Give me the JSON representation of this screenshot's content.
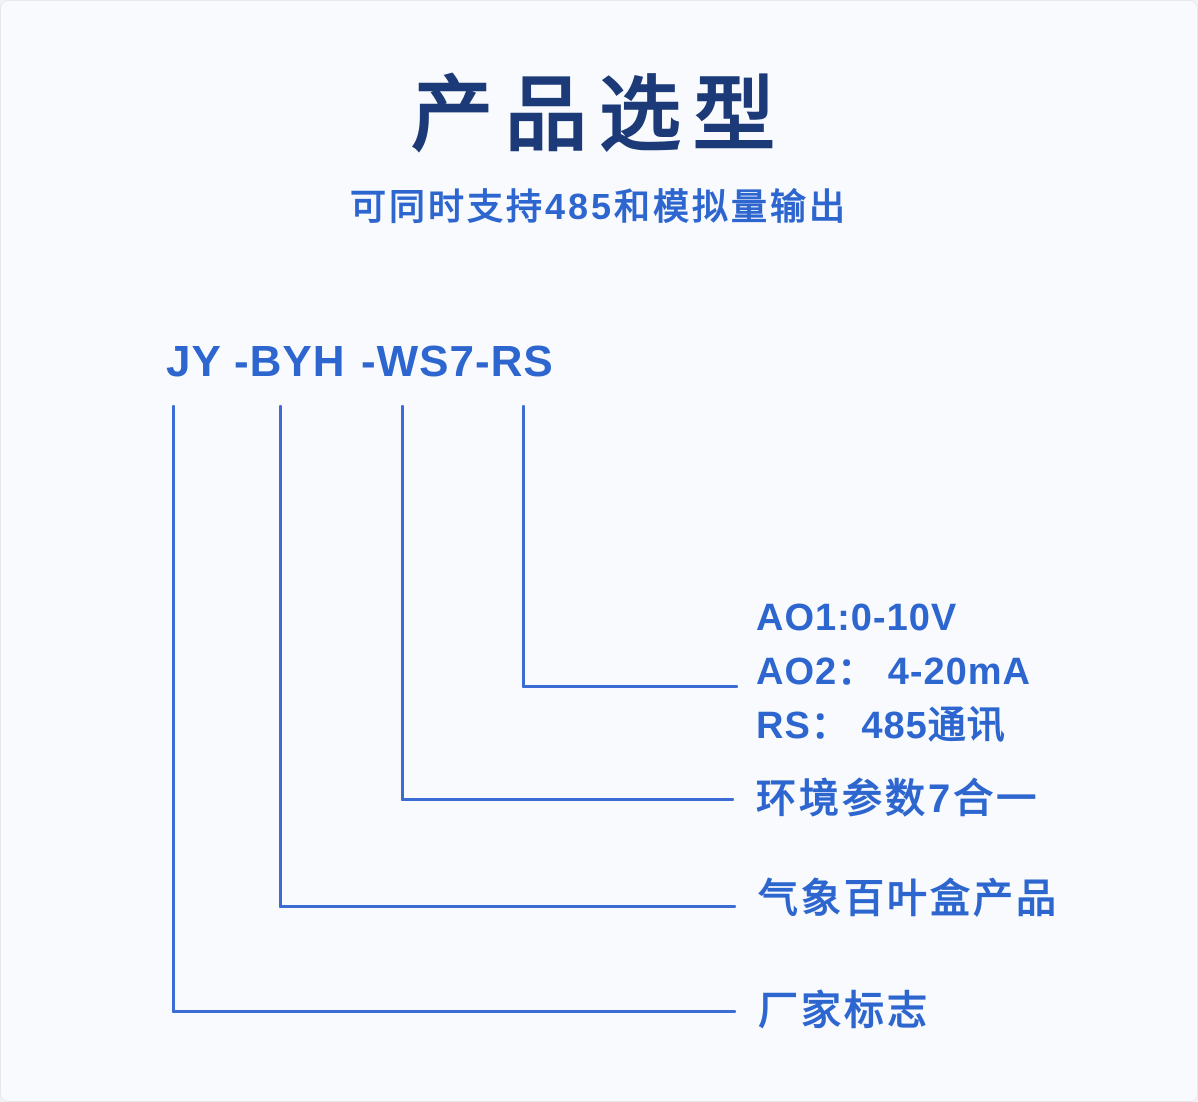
{
  "header": {
    "title": "产品选型",
    "subtitle": "可同时支持485和模拟量输出"
  },
  "model_code": {
    "manufacturer_code": "JY",
    "product_code": "-BYH",
    "variant_code": "-WS7-RS"
  },
  "callouts": {
    "rs_lines": [
      "AO1:0-10V",
      "AO2： 4-20mA",
      "RS： 485通讯"
    ],
    "ws7": "环境参数7合一",
    "byh": "气象百叶盒产品",
    "jy": "厂家标志"
  },
  "colors": {
    "title": "#1b3a77",
    "text": "#2e66cf",
    "line": "#3a6cd4",
    "background": "#f8fafd"
  }
}
